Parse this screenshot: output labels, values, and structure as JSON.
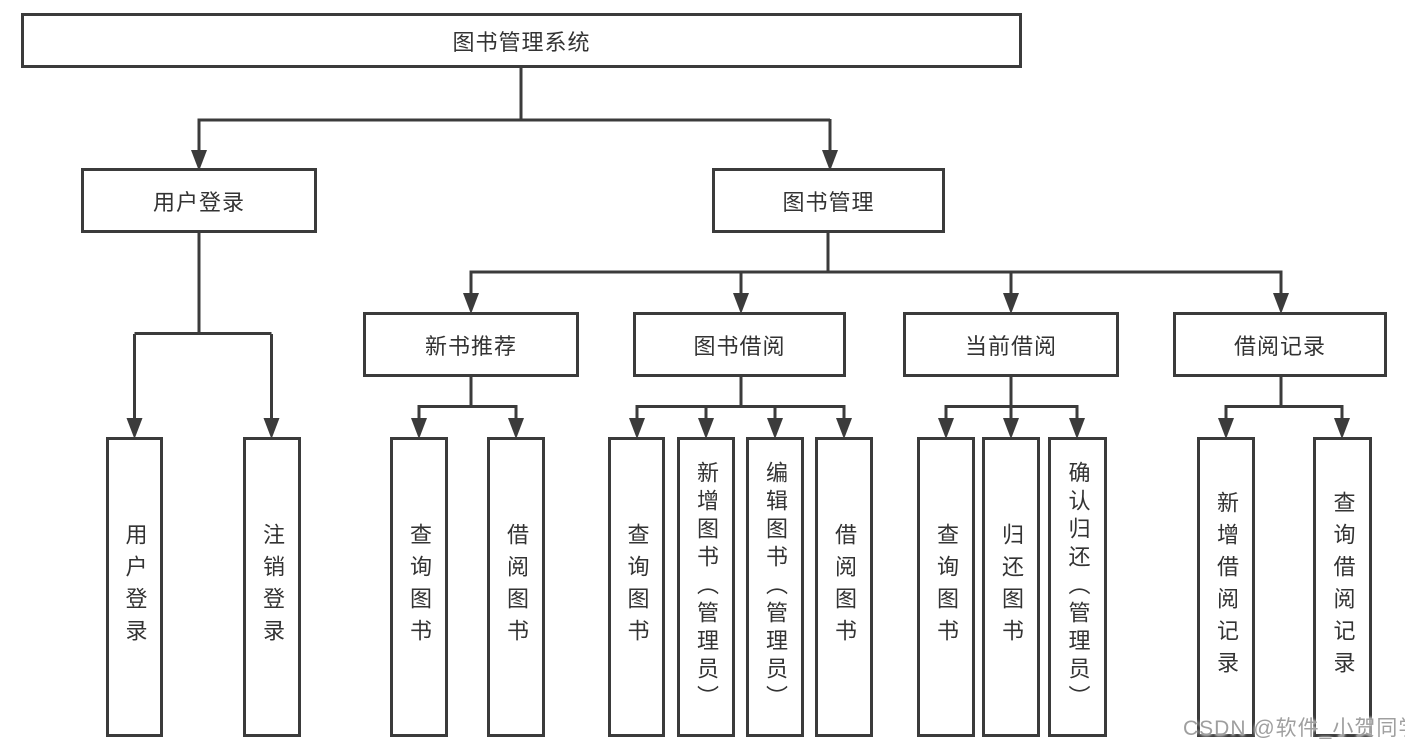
{
  "colors": {
    "line": "#3b3b3b",
    "text": "#333333",
    "box_background": "#ffffff",
    "watermark": "#9f9f9f"
  },
  "tree": {
    "root": {
      "label": "图书管理系统",
      "children": [
        {
          "label": "用户登录",
          "children": [
            {
              "label": "用户登录"
            },
            {
              "label": "注销登录"
            }
          ]
        },
        {
          "label": "图书管理",
          "children": [
            {
              "label": "新书推荐",
              "children": [
                {
                  "label": "查询图书"
                },
                {
                  "label": "借阅图书"
                }
              ]
            },
            {
              "label": "图书借阅",
              "children": [
                {
                  "label": "查询图书"
                },
                {
                  "label": "新增图书（管理员）"
                },
                {
                  "label": "编辑图书（管理员）"
                },
                {
                  "label": "借阅图书"
                }
              ]
            },
            {
              "label": "当前借阅",
              "children": [
                {
                  "label": "查询图书"
                },
                {
                  "label": "归还图书"
                },
                {
                  "label": "确认归还（管理员）"
                }
              ]
            },
            {
              "label": "借阅记录",
              "children": [
                {
                  "label": "新增借阅记录"
                },
                {
                  "label": "查询借阅记录"
                }
              ]
            }
          ]
        }
      ]
    }
  },
  "watermark": {
    "text": "CSDN @软件_小贺同学"
  }
}
